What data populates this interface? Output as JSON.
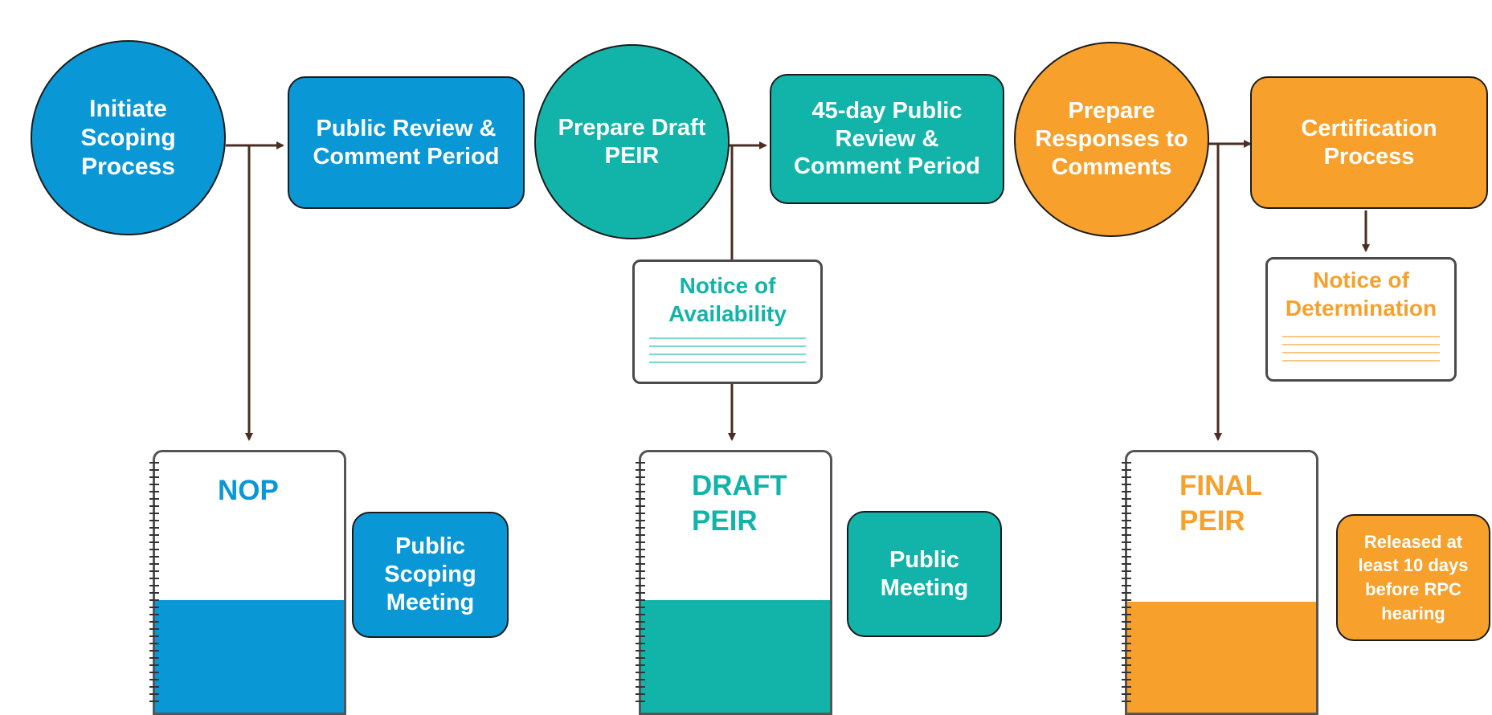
{
  "stages": {
    "scoping": {
      "circle": "Initiate Scoping Process",
      "review": "Public Review & Comment Period",
      "document": "NOP",
      "meeting": "Public Scoping Meeting",
      "color": "#0a97d6"
    },
    "draft": {
      "circle": "Prepare Draft PEIR",
      "review": "45-day Public Review & Comment Period",
      "notice": "Notice of Availability",
      "document": "DRAFT PEIR",
      "meeting": "Public Meeting",
      "color": "#12b4aa"
    },
    "final": {
      "circle": "Prepare Responses to Comments",
      "review": "Certification Process",
      "notice": "Notice of Determination",
      "document": "FINAL PEIR",
      "meeting": "Released at least 10 days before RPC hearing",
      "color": "#f7a02c"
    }
  },
  "colors": {
    "arrow": "#4a2e22",
    "border": "#1b1b1b"
  }
}
